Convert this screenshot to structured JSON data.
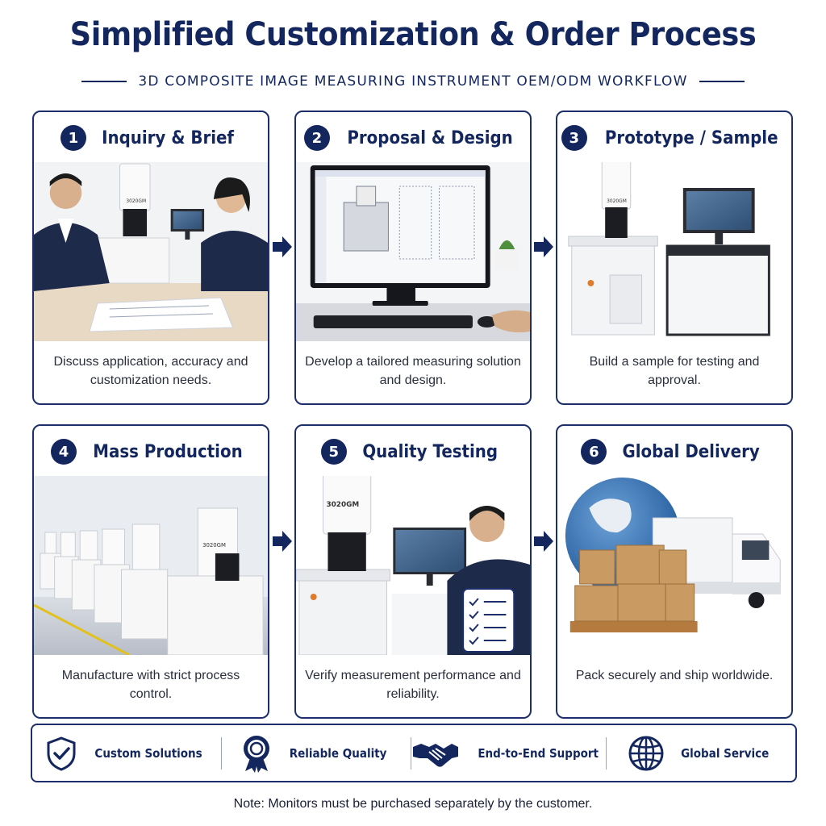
{
  "header": {
    "title": "Simplified Customization & Order Process",
    "subtitle": "3D COMPOSITE IMAGE MEASURING INSTRUMENT OEM/ODM WORKFLOW"
  },
  "steps": [
    {
      "number": "1",
      "title": "Inquiry & Brief",
      "desc": "Discuss application, accuracy and customization needs.",
      "image": "meeting-photo"
    },
    {
      "number": "2",
      "title": "Proposal & Design",
      "desc": "Develop a tailored measuring solution and design.",
      "image": "cad-monitor-photo"
    },
    {
      "number": "3",
      "title": "Prototype / Sample",
      "desc": "Build a sample for testing and approval.",
      "image": "prototype-machine-photo"
    },
    {
      "number": "4",
      "title": "Mass Production",
      "desc": "Manufacture with strict process control.",
      "image": "factory-line-photo"
    },
    {
      "number": "5",
      "title": "Quality Testing",
      "desc": "Verify measurement performance and reliability.",
      "image": "inspection-photo"
    },
    {
      "number": "6",
      "title": "Global Delivery",
      "desc": "Pack securely and ship worldwide.",
      "image": "globe-truck-photo"
    }
  ],
  "machine_label": "3020GM",
  "features": [
    {
      "label": "Custom Solutions",
      "icon": "shield-check-icon"
    },
    {
      "label": "Reliable Quality",
      "icon": "award-badge-icon"
    },
    {
      "label": "End-to-End Support",
      "icon": "handshake-icon"
    },
    {
      "label": "Global Service",
      "icon": "globe-icon"
    }
  ],
  "note": "Note: Monitors must be purchased separately by the customer.",
  "colors": {
    "navy": "#13275e",
    "border": "#1d2f6b"
  }
}
